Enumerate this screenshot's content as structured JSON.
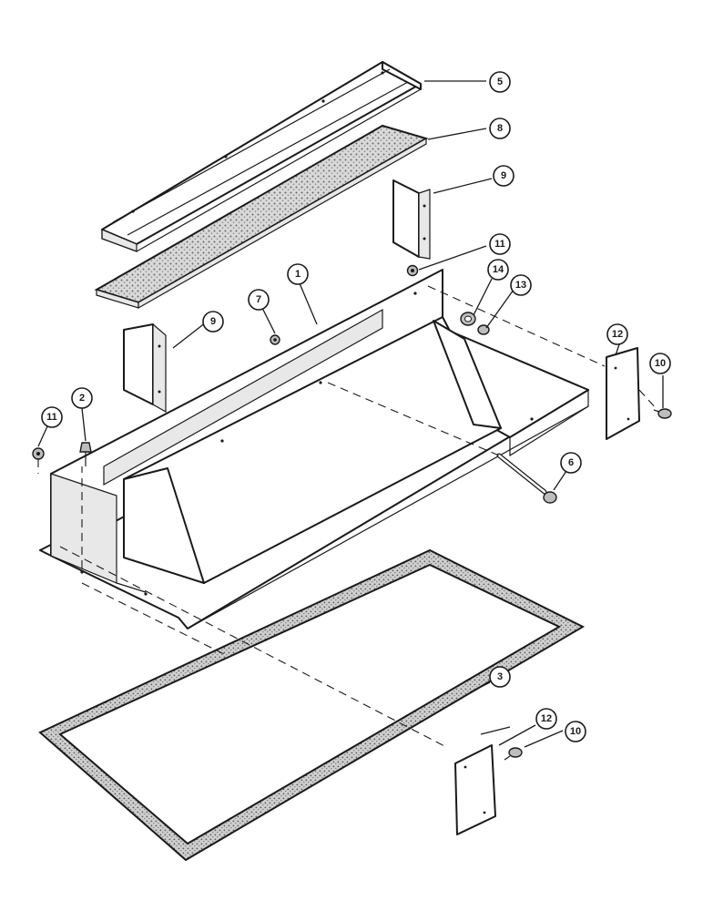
{
  "diagram": {
    "callouts": [
      {
        "id": "callout-5",
        "label": "5",
        "part": "top-cover"
      },
      {
        "id": "callout-8",
        "label": "8",
        "part": "foam-filter-pad"
      },
      {
        "id": "callout-9a",
        "label": "9",
        "part": "bracket-right"
      },
      {
        "id": "callout-11a",
        "label": "11",
        "part": "nut-right"
      },
      {
        "id": "callout-14",
        "label": "14",
        "part": "grommet"
      },
      {
        "id": "callout-13",
        "label": "13",
        "part": "plug"
      },
      {
        "id": "callout-1",
        "label": "1",
        "part": "housing"
      },
      {
        "id": "callout-7",
        "label": "7",
        "part": "nut-center"
      },
      {
        "id": "callout-9b",
        "label": "9",
        "part": "bracket-left"
      },
      {
        "id": "callout-12a",
        "label": "12",
        "part": "cover-plate-upper"
      },
      {
        "id": "callout-10a",
        "label": "10",
        "part": "screw-upper"
      },
      {
        "id": "callout-11b",
        "label": "11",
        "part": "nut-left"
      },
      {
        "id": "callout-2",
        "label": "2",
        "part": "bolt"
      },
      {
        "id": "callout-6",
        "label": "6",
        "part": "rod"
      },
      {
        "id": "callout-3",
        "label": "3",
        "part": "gasket-frame"
      },
      {
        "id": "callout-12b",
        "label": "12",
        "part": "cover-plate-lower"
      },
      {
        "id": "callout-10b",
        "label": "10",
        "part": "screw-lower"
      }
    ]
  }
}
